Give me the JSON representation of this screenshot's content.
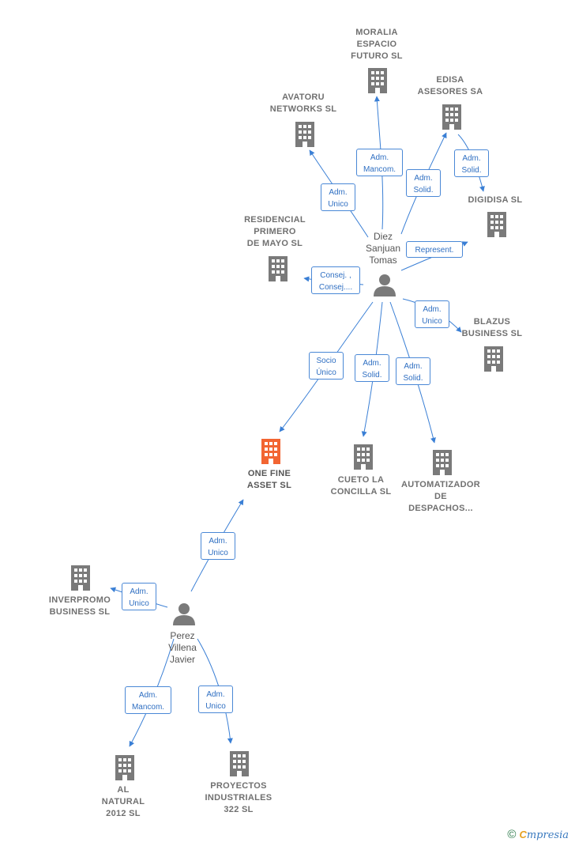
{
  "companies": [
    {
      "id": "moralia",
      "label": "MORALIA\nESPACIO\nFUTURO SL",
      "color": "#7a7a7a"
    },
    {
      "id": "edisa",
      "label": "EDISA\nASESORES SA",
      "color": "#7a7a7a"
    },
    {
      "id": "avatoru",
      "label": "AVATORU\nNETWORKS  SL",
      "color": "#7a7a7a"
    },
    {
      "id": "digidisa",
      "label": "DIGIDISA  SL",
      "color": "#7a7a7a"
    },
    {
      "id": "residencial",
      "label": "RESIDENCIAL\nPRIMERO\nDE MAYO  SL",
      "color": "#7a7a7a"
    },
    {
      "id": "blazus",
      "label": "BLAZUS\nBUSINESS  SL",
      "color": "#7a7a7a"
    },
    {
      "id": "onefine",
      "label": "ONE FINE\nASSET  SL",
      "color": "#f26532"
    },
    {
      "id": "cueto",
      "label": "CUETO LA\nCONCILLA  SL",
      "color": "#7a7a7a"
    },
    {
      "id": "automatizador",
      "label": "AUTOMATIZADOR\nDE\nDESPACHOS...",
      "color": "#7a7a7a"
    },
    {
      "id": "inverpromo",
      "label": "INVERPROMO\nBUSINESS SL",
      "color": "#7a7a7a"
    },
    {
      "id": "alnatural",
      "label": "AL\nNATURAL\n2012  SL",
      "color": "#7a7a7a"
    },
    {
      "id": "proyectos",
      "label": "PROYECTOS\nINDUSTRIALES\n322 SL",
      "color": "#7a7a7a"
    }
  ],
  "persons": [
    {
      "id": "diez",
      "label": "Diez\nSanjuan\nTomas"
    },
    {
      "id": "perez",
      "label": "Perez\nVillena\nJavier"
    }
  ],
  "relations": [
    {
      "id": "r1",
      "label": "Adm.\nMancom."
    },
    {
      "id": "r2",
      "label": "Adm.\nSolid."
    },
    {
      "id": "r3",
      "label": "Adm.\nSolid."
    },
    {
      "id": "r4",
      "label": "Adm.\nUnico"
    },
    {
      "id": "r5",
      "label": "Represent."
    },
    {
      "id": "r6",
      "label": "Consej. ,\nConsej...."
    },
    {
      "id": "r7",
      "label": "Adm.\nUnico"
    },
    {
      "id": "r8",
      "label": "Socio\nÚnico"
    },
    {
      "id": "r9",
      "label": "Adm.\nSolid."
    },
    {
      "id": "r10",
      "label": "Adm.\nSolid."
    },
    {
      "id": "r11",
      "label": "Adm.\nUnico"
    },
    {
      "id": "r12",
      "label": "Adm.\nUnico"
    },
    {
      "id": "r13",
      "label": "Adm.\nMancom."
    },
    {
      "id": "r14",
      "label": "Adm.\nUnico"
    }
  ],
  "colors": {
    "edge": "#3a7fd5",
    "building": "#7a7a7a",
    "focus": "#f26532",
    "person": "#7a7a7a"
  },
  "footer": {
    "copyright": "©",
    "brand_first": "C",
    "brand_rest": "mpresia"
  }
}
